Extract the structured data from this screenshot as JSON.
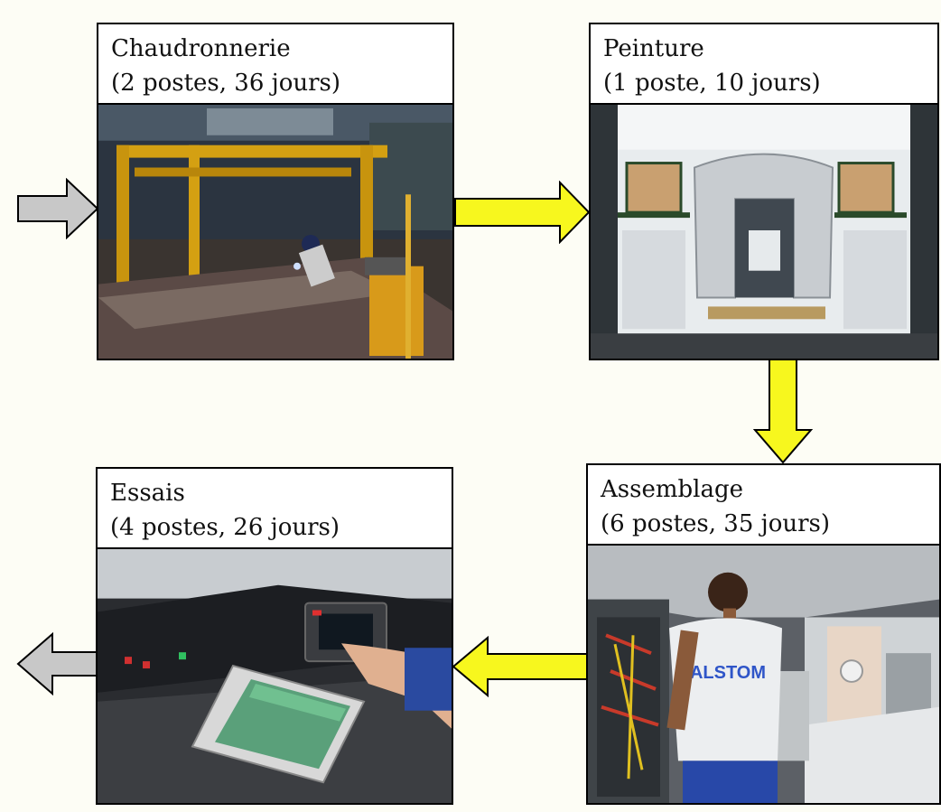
{
  "stages": [
    {
      "title": "Chaudronnerie",
      "detail": "(2 postes, 36 jours)"
    },
    {
      "title": "Peinture",
      "detail": "(1 poste, 10 jours)"
    },
    {
      "title": "Assemblage",
      "detail": "(6 postes, 35 jours)"
    },
    {
      "title": "Essais",
      "detail": "(4 postes, 26 jours)"
    }
  ],
  "photo_text": {
    "shirt_logo": "ALSTOM"
  },
  "colors": {
    "flow_arrow": "#f7f71e",
    "io_arrow": "#c8c8c8",
    "border": "#000000"
  }
}
